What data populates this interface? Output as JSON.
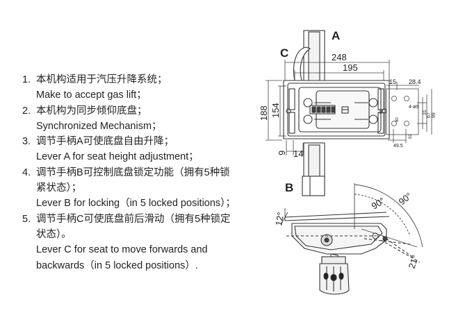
{
  "instructions": [
    {
      "num": "1.",
      "zh": "本机构适用于汽压升降系统；",
      "en": "Make to accept gas lift；"
    },
    {
      "num": "2.",
      "zh": "本机构为同步倾仰底盘；",
      "en": "Synchronized Mechanism；"
    },
    {
      "num": "3.",
      "zh": "调节手柄A可使底盘自由升降；",
      "en": "Lever A for seat height adjustment；"
    },
    {
      "num": "4.",
      "zh": "调节手柄B可控制底盘锁定功能（拥有5种锁",
      "zh2": "紧状态）；",
      "en": "Lever B for locking（in 5 locked positions）；"
    },
    {
      "num": "5.",
      "zh": "调节手柄C可使底盘前后滑动（拥有5种锁定",
      "zh2": "状态）。",
      "en": "Lever C for seat to move forwards and",
      "en2": "backwards（in 5 locked positions）."
    }
  ],
  "diagram": {
    "labels": {
      "a": "A",
      "b": "B",
      "c": "C"
    },
    "dimensions": {
      "width_outer": "248",
      "width_inner": "195",
      "height_outer": "188",
      "height_inner": "154",
      "offset_9": "9",
      "offset_14": "14",
      "d15": "15",
      "d28_4": "28.4",
      "d4_phi9": "4-ø9",
      "d49_5": "49.5",
      "d31": "31",
      "d67": "67",
      "d99": "99",
      "d88": "88",
      "d80": "80",
      "d92": "92"
    },
    "angles": {
      "a90_inner": "90°",
      "a90_outer": "90°",
      "a12": "12°",
      "a21": "21°"
    }
  }
}
